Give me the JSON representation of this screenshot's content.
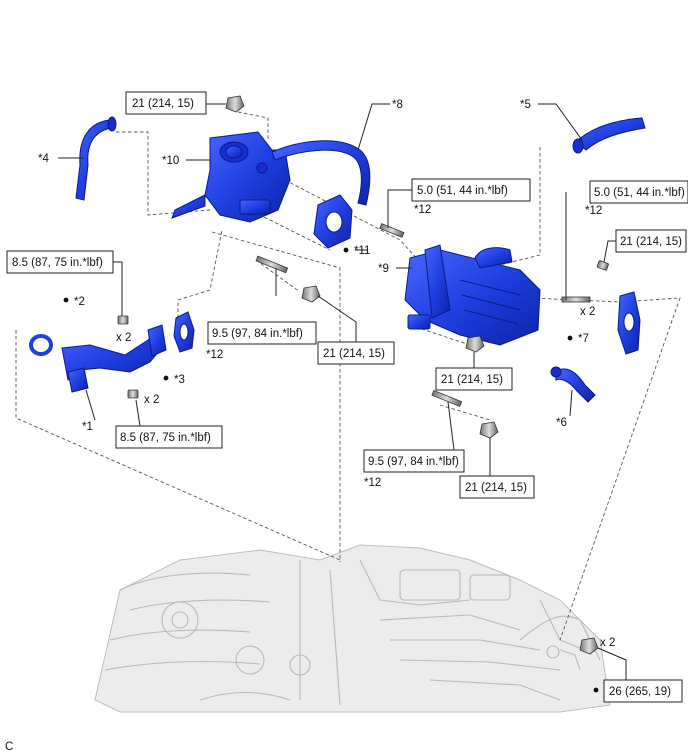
{
  "diagram": {
    "corner_code": "C",
    "part_labels": {
      "p1": "*1",
      "p2": "*2",
      "p3": "*3",
      "p4": "*4",
      "p5": "*5",
      "p6": "*6",
      "p7": "*7",
      "p8": "*8",
      "p9": "*9",
      "p10": "*10",
      "p11": "*11",
      "p12a": "*12",
      "p12b": "*12",
      "p12c": "*12",
      "p12d": "*12"
    },
    "torque_specs": {
      "t_top": "21 (214, 15)",
      "t_mid_left": "5.0 (51, 44 in.*lbf)",
      "t_mid_right": "5.0 (51, 44 in.*lbf)",
      "t_right_bolt": "21 (214, 15)",
      "t_left_upper": "8.5 (87, 75 in.*lbf)",
      "t_stud_left": "9.5 (97, 84 in.*lbf)",
      "t_nut_left": "21 (214, 15)",
      "t_nut_mid": "21 (214, 15)",
      "t_left_lower": "8.5 (87, 75 in.*lbf)",
      "t_stud_right": "9.5 (97, 84 in.*lbf)",
      "t_nut_right": "21 (214, 15)",
      "t_bottom": "26 (265, 19)"
    },
    "quantities": {
      "q_left_upper": "x 2",
      "q_left_lower": "x 2",
      "q_right": "x 2",
      "q_bottom": "x 2"
    },
    "colors": {
      "part_blue": "#1f3fe0",
      "part_dark": "#0a1a8a",
      "engine_gray": "#c8c8c8"
    }
  }
}
